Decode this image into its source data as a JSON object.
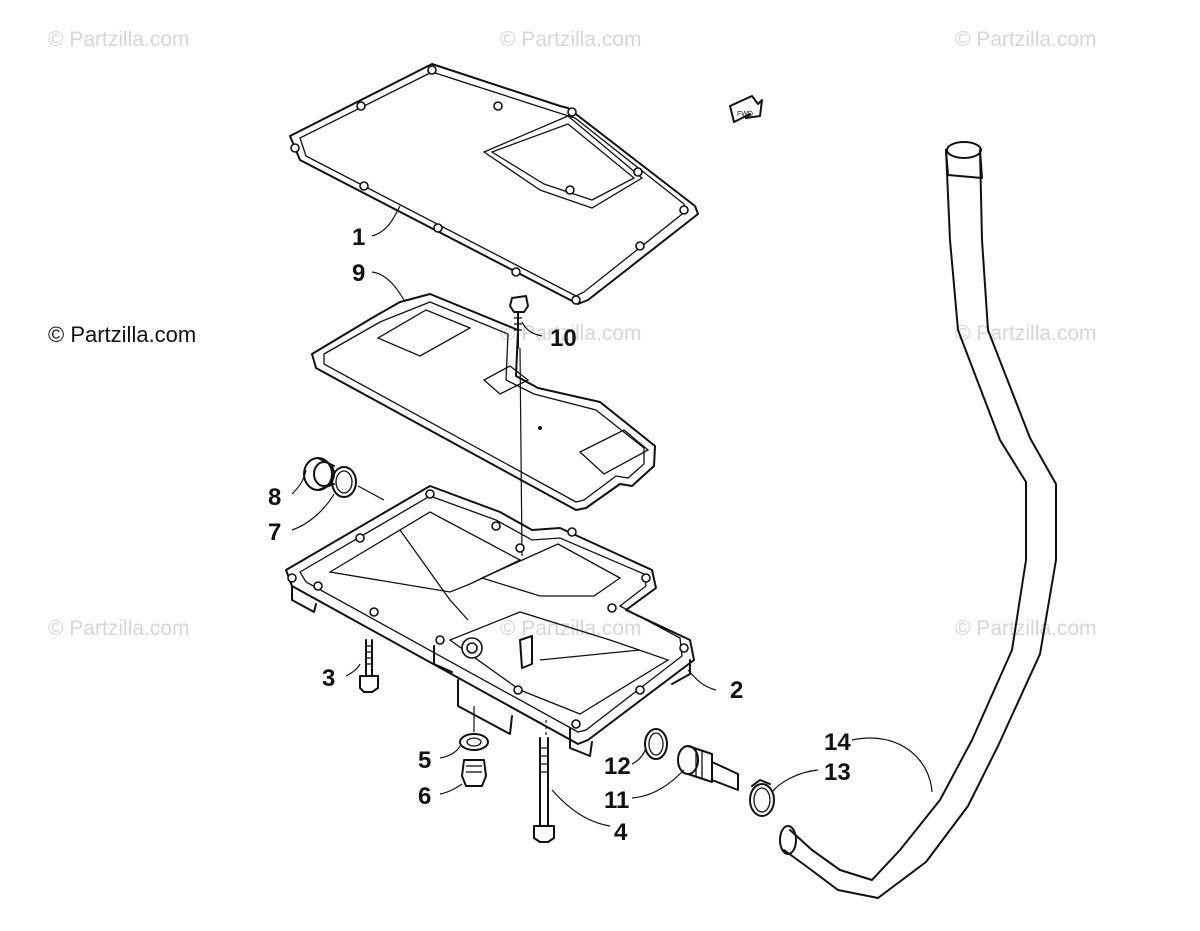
{
  "watermarks": {
    "top_left": "© Partzilla.com",
    "top_center": "© Partzilla.com",
    "top_right": "© Partzilla.com",
    "mid_left": "© Partzilla.com",
    "mid_center": "© Partzilla.com",
    "mid_right": "© Partzilla.com",
    "low_left": "© Partzilla.com",
    "low_center": "© Partzilla.com",
    "low_right": "© Partzilla.com"
  },
  "callouts": {
    "p1": "1",
    "p2": "2",
    "p3": "3",
    "p4": "4",
    "p5": "5",
    "p6": "6",
    "p7": "7",
    "p8": "8",
    "p9": "9",
    "p10": "10",
    "p11": "11",
    "p12": "12",
    "p13": "13",
    "p14": "14"
  },
  "colors": {
    "line": "#111111",
    "watermark": "#d6d6d6",
    "background": "#ffffff"
  }
}
